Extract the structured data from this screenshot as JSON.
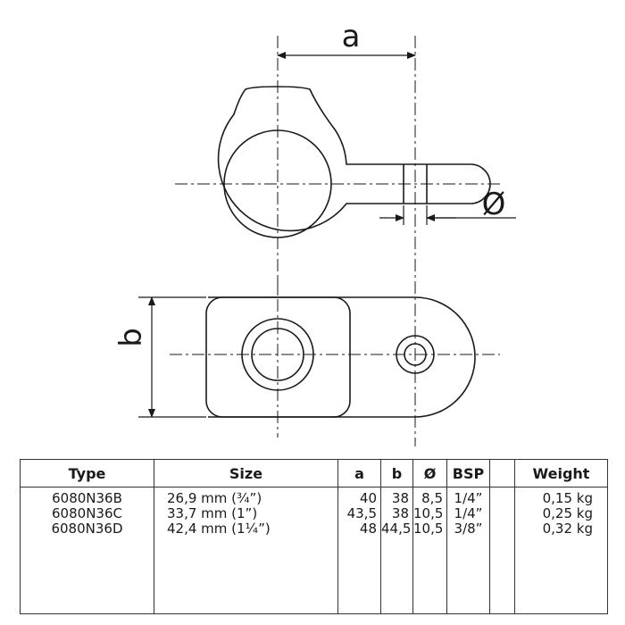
{
  "dimensions": {
    "a_label": "a",
    "b_label": "b",
    "diameter_label": "Ø"
  },
  "table": {
    "headers": {
      "type": "Type",
      "size": "Size",
      "a": "a",
      "b": "b",
      "diameter": "Ø",
      "bsp": "BSP",
      "blank": "",
      "weight": "Weight"
    },
    "rows": [
      {
        "type": "6080N36B",
        "size": "26,9 mm (¾”)",
        "a": "40",
        "b": "38",
        "diameter": "8,5",
        "bsp": "1/4”",
        "weight": "0,15 kg"
      },
      {
        "type": "6080N36C",
        "size": "33,7 mm (1”)",
        "a": "43,5",
        "b": "38",
        "diameter": "10,5",
        "bsp": "1/4”",
        "weight": "0,25 kg"
      },
      {
        "type": "6080N36D",
        "size": "42,4 mm (1¼”)",
        "a": "48",
        "b": "44,5",
        "diameter": "10,5",
        "bsp": "3/8”",
        "weight": "0,32 kg"
      }
    ]
  }
}
